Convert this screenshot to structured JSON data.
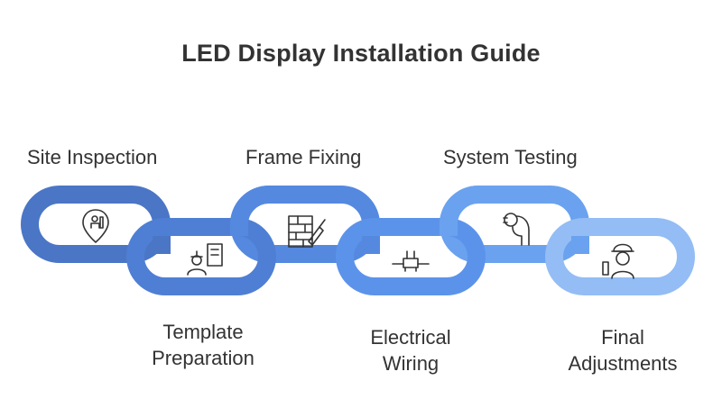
{
  "title": "LED Display Installation Guide",
  "steps": [
    {
      "label": "Site Inspection",
      "icon": "location-pin-icon",
      "color": "#4b76c6"
    },
    {
      "label": "Template Preparation",
      "line1": "Template",
      "line2": "Preparation",
      "icon": "architect-blueprint-icon",
      "color": "#4f7fd4"
    },
    {
      "label": "Frame Fixing",
      "icon": "brick-trowel-icon",
      "color": "#5589e0"
    },
    {
      "label": "Electrical Wiring",
      "line1": "Electrical",
      "line2": "Wiring",
      "icon": "wire-connector-icon",
      "color": "#5c93ea"
    },
    {
      "label": "System Testing",
      "icon": "hand-plug-icon",
      "color": "#6aa2f0"
    },
    {
      "label": "Final Adjustments",
      "line1": "Final",
      "line2": "Adjustments",
      "icon": "worker-helmet-icon",
      "color": "#93bdf4"
    }
  ]
}
